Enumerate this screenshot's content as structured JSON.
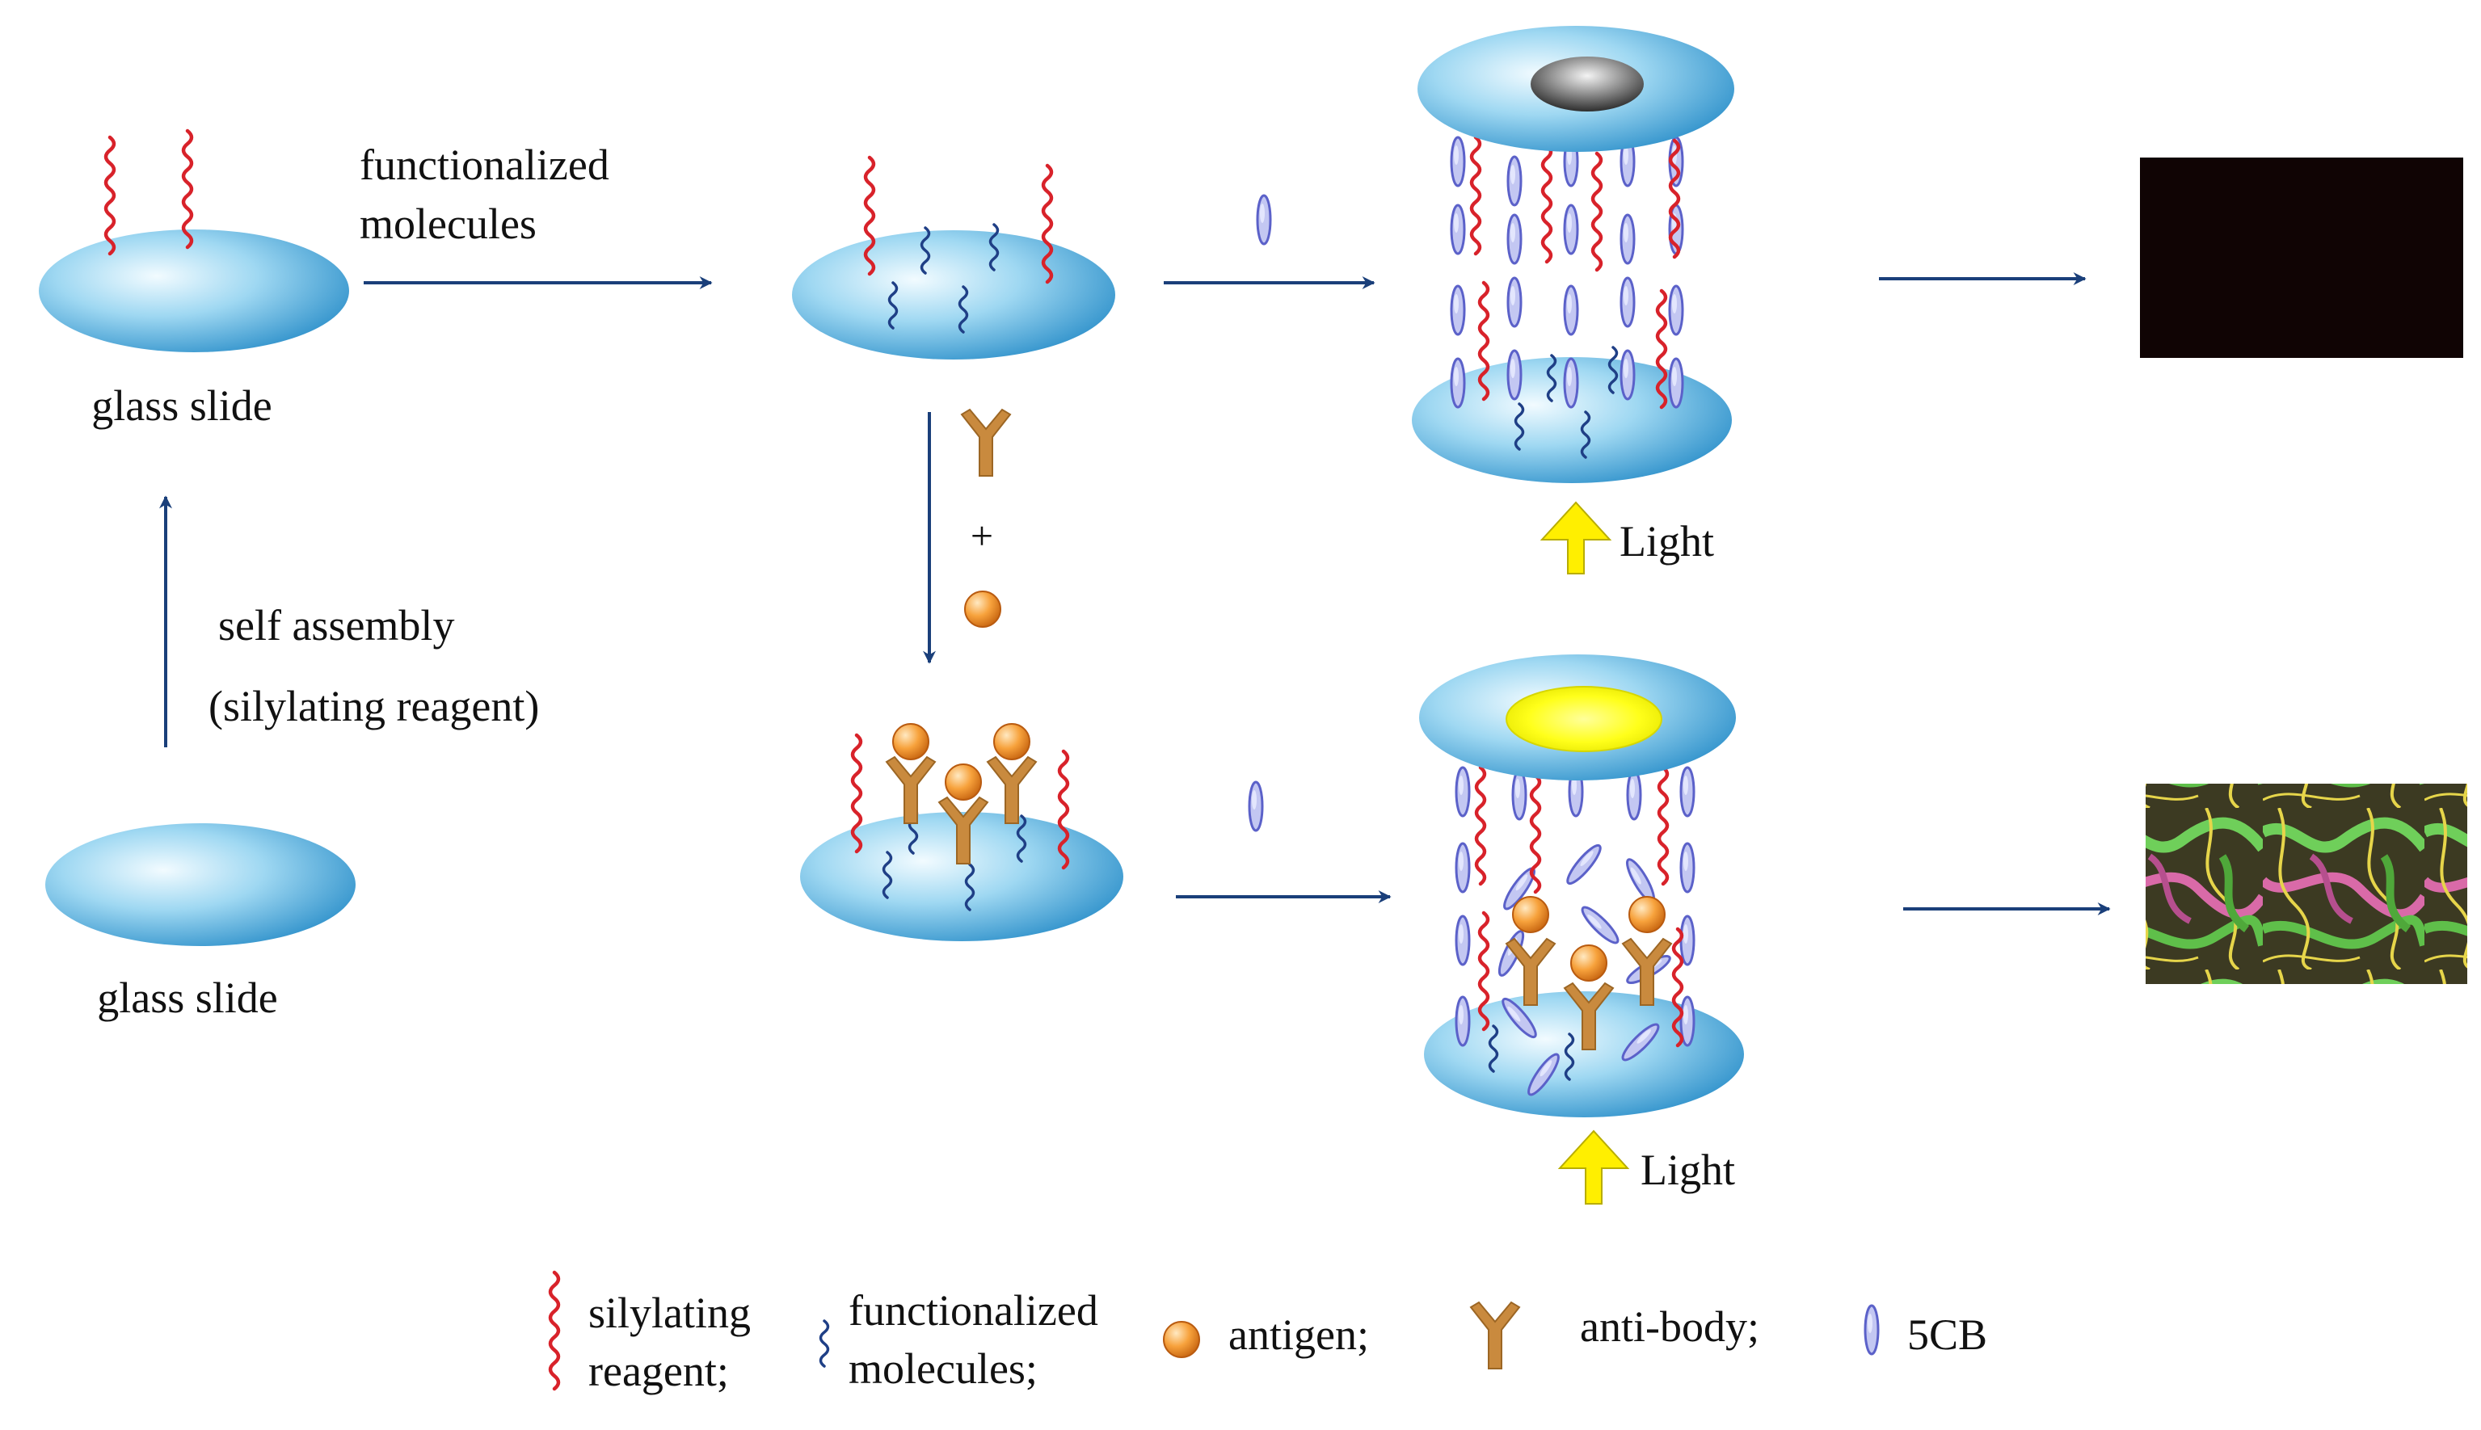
{
  "labels": {
    "glass_slide_top": "glass slide",
    "glass_slide_bottom": "glass slide",
    "functionalized_line1": "functionalized",
    "functionalized_line2": "molecules",
    "self_assembly": "self assembly",
    "silylating_reagent": "(silylating reagent)",
    "plus": "+",
    "light_top": "Light",
    "light_bottom": "Light"
  },
  "legend": {
    "silylating_line1": "silylating",
    "silylating_line2": "reagent;",
    "functionalized_line1": "functionalized",
    "functionalized_line2": "molecules;",
    "antigen": "antigen;",
    "antibody": "anti-body;",
    "lc": "5CB"
  },
  "colors": {
    "slide_light": "#e8f6fc",
    "slide_mid": "#8fcfee",
    "slide_dark": "#2a8ec9",
    "arrow": "#1a3f7a",
    "silylating": "#d8222a",
    "functionalized": "#1f3f86",
    "antigen": "#f39a2f",
    "antibody": "#c98a3e",
    "lc_fill": "#c3c7f2",
    "lc_stroke": "#5b61c9",
    "light_arrow": "#ffef00",
    "dark_result": "#100404"
  }
}
